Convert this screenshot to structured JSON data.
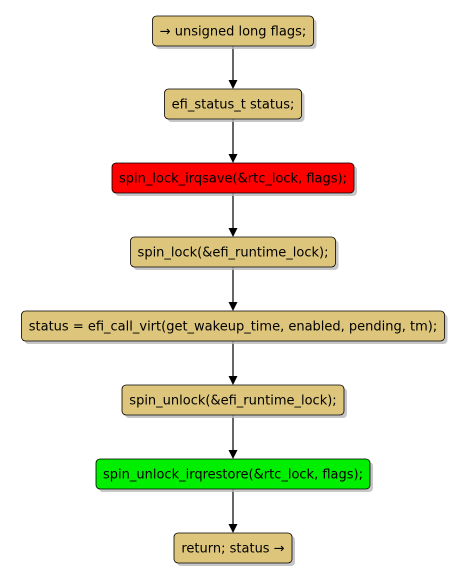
{
  "diagram": {
    "nodes": [
      {
        "id": "n1",
        "label": "→ unsigned long flags;",
        "color": "#DDC67B",
        "kind": "statement"
      },
      {
        "id": "n2",
        "label": "efi_status_t status;",
        "color": "#DDC67B",
        "kind": "statement"
      },
      {
        "id": "n3",
        "label": "spin_lock_irqsave(&rtc_lock, flags);",
        "color": "#FF0000",
        "kind": "lock"
      },
      {
        "id": "n4",
        "label": "spin_lock(&efi_runtime_lock);",
        "color": "#DDC67B",
        "kind": "statement"
      },
      {
        "id": "n5",
        "label": "status = efi_call_virt(get_wakeup_time, enabled, pending, tm);",
        "color": "#DDC67B",
        "kind": "statement"
      },
      {
        "id": "n6",
        "label": "spin_unlock(&efi_runtime_lock);",
        "color": "#DDC67B",
        "kind": "statement"
      },
      {
        "id": "n7",
        "label": "spin_unlock_irqrestore(&rtc_lock, flags);",
        "color": "#00EE00",
        "kind": "unlock"
      },
      {
        "id": "n8",
        "label": "return; status →",
        "color": "#DDC67B",
        "kind": "statement"
      }
    ],
    "edges": [
      {
        "from": "n1",
        "to": "n2"
      },
      {
        "from": "n2",
        "to": "n3"
      },
      {
        "from": "n3",
        "to": "n4"
      },
      {
        "from": "n4",
        "to": "n5"
      },
      {
        "from": "n5",
        "to": "n6"
      },
      {
        "from": "n6",
        "to": "n7"
      },
      {
        "from": "n7",
        "to": "n8"
      }
    ]
  }
}
